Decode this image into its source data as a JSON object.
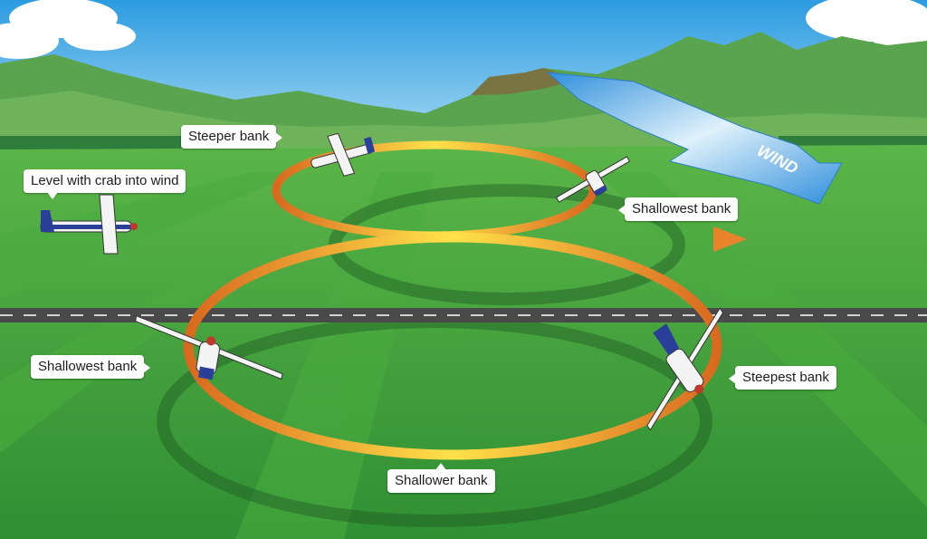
{
  "labels": {
    "steeper_bank": "Steeper bank",
    "level_crab": "Level with crab into wind",
    "shallowest_bank_top": "Shallowest bank",
    "shallowest_bank_left": "Shallowest bank",
    "steepest_bank": "Steepest bank",
    "shallower_bank": "Shallower bank",
    "wind": "WIND"
  },
  "colors": {
    "sky_top": "#2f9fe0",
    "sky_bottom": "#bfe6f7",
    "mountain": "#4f9a4f",
    "field": "#3ea63a",
    "path_orange": "#e07a2a",
    "path_yellow": "#ffe04a",
    "runway": "#4a4a4a",
    "wind_blue": "#3d9be0",
    "plane_white": "#f4f4f4",
    "plane_blue": "#2a3f9a",
    "plane_red": "#c0392b"
  }
}
